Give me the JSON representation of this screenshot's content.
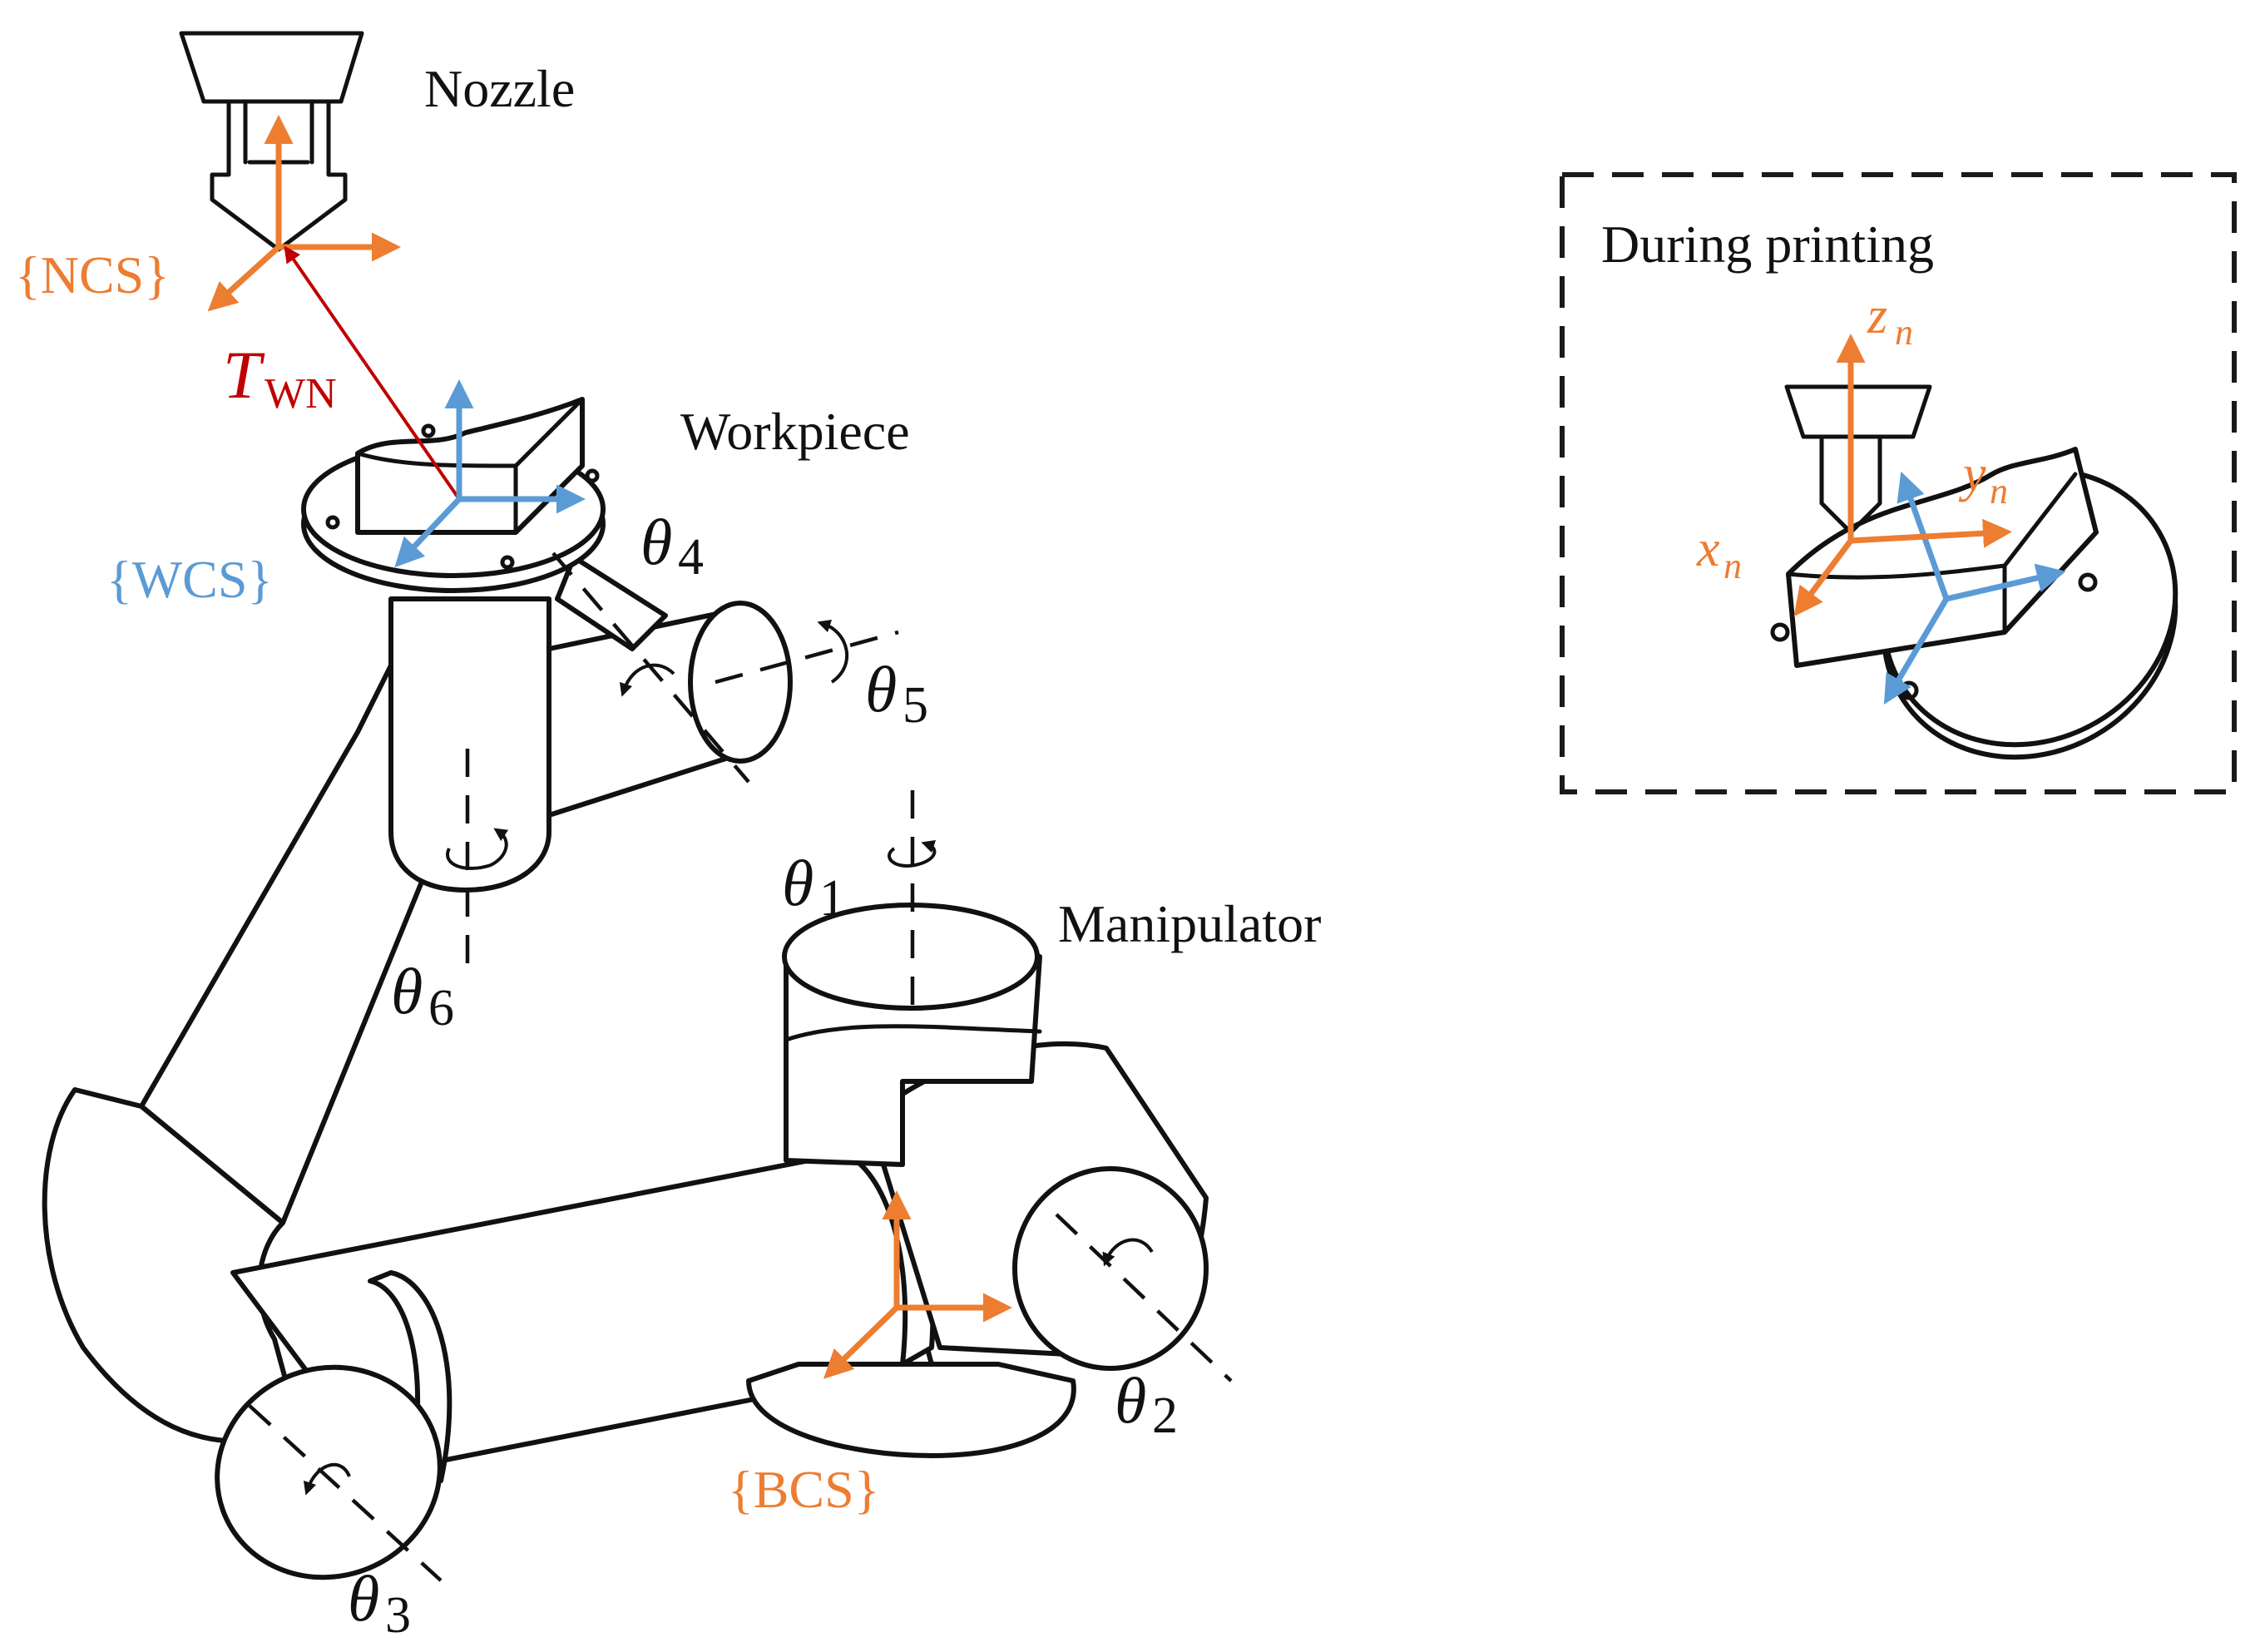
{
  "labels": {
    "nozzle": "Nozzle",
    "workpiece": "Workpiece",
    "manipulator": "Manipulator",
    "during_printing": "During printing",
    "ncs": "{NCS}",
    "wcs": "{WCS}",
    "bcs": "{BCS}",
    "t_main": "T",
    "t_sub": "WN",
    "theta": "θ",
    "theta1_sub": "1",
    "theta2_sub": "2",
    "theta3_sub": "3",
    "theta4_sub": "4",
    "theta5_sub": "5",
    "theta6_sub": "6",
    "zn": "z",
    "yn": "y",
    "xn": "x",
    "n_sub": "n"
  },
  "colors": {
    "ncs_orange": "#ED7D31",
    "wcs_blue": "#5B9BD5",
    "transform_red": "#C00000",
    "line_black": "#111111",
    "dashed_frame": "#1a1a1a"
  }
}
